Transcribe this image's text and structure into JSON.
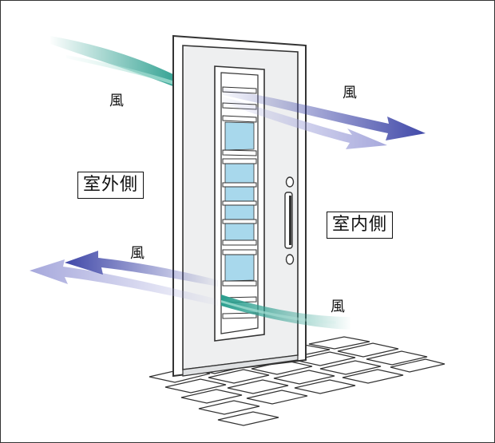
{
  "labels": {
    "wind": "風",
    "outdoor": "室外側",
    "indoor": "室内側"
  },
  "colors": {
    "teal": "#2a9e8e",
    "blue": "#3f47a8",
    "lavender": "#a6a8dc",
    "glass": "#a8d8ec",
    "door": "#eeeff0",
    "line": "#333333"
  }
}
